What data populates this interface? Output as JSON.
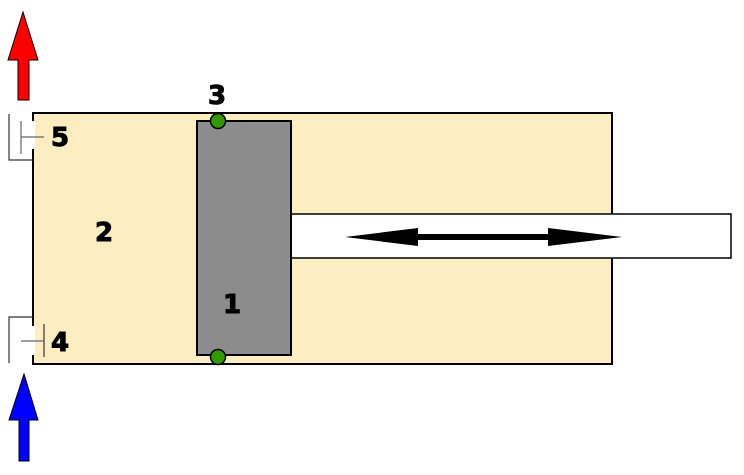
{
  "labels": {
    "piston": "1",
    "chamber": "2",
    "top_seal": "3",
    "bottom_port": "4",
    "top_port": "5"
  },
  "colors": {
    "cylinder_fill": "#feedc0",
    "piston_fill": "#8c8c8c",
    "seal_fill": "#339900",
    "outflow_arrow": "#ff0000",
    "inflow_arrow": "#0000ff"
  },
  "icons": {
    "outflow": "arrow-up-icon",
    "inflow": "arrow-up-icon",
    "motion": "double-arrow-horizontal-icon"
  }
}
